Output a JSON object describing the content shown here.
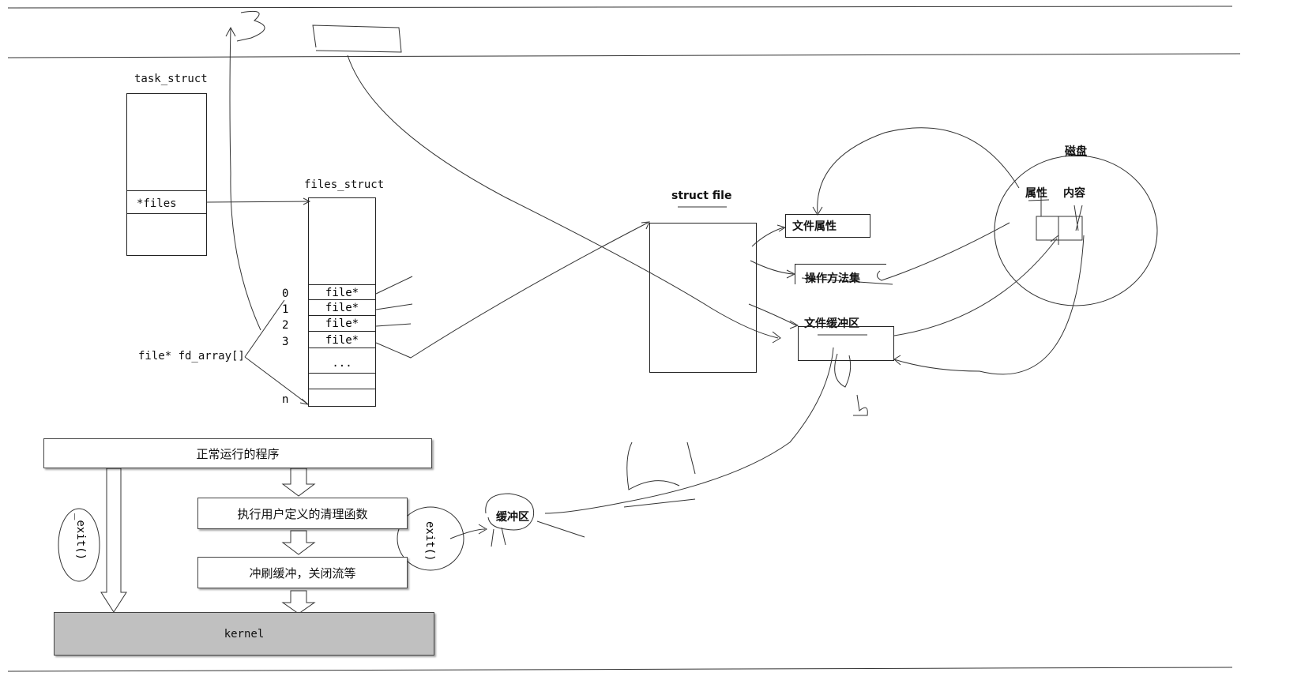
{
  "task_struct": {
    "title": "task_struct",
    "files_field": "*files"
  },
  "files_struct": {
    "title": "files_struct",
    "array_label": "file* fd_array[]",
    "indices": [
      "0",
      "1",
      "2",
      "3"
    ],
    "last_index": "n",
    "slots": [
      "file*",
      "file*",
      "file*",
      "file*"
    ],
    "ellipsis": "..."
  },
  "struct_file": {
    "title": "struct file",
    "attr": "文件属性",
    "ops": "操作方法集",
    "buffer": "文件缓冲区"
  },
  "disk": {
    "title": "磁盘",
    "attr": "属性",
    "content": "内容"
  },
  "flow": {
    "step1": "正常运行的程序",
    "step2": "执行用户定义的清理函数",
    "step3": "冲刷缓冲，关闭流等",
    "kernel": "kernel",
    "exit_label": "exit()",
    "underscore_exit_label": "_exit()",
    "user_buffer": "缓冲区"
  },
  "colors": {
    "ink": "#222222",
    "kernel_fill": "#c0c0c0"
  }
}
